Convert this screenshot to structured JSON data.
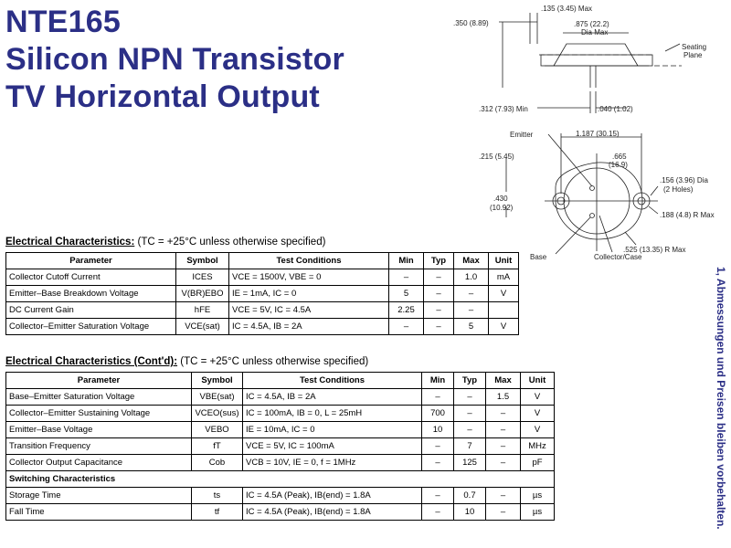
{
  "title": {
    "line1": "NTE165",
    "line2": "Silicon NPN Transistor",
    "line3": "TV Horizontal Output"
  },
  "diagram": {
    "d_135": ".135 (3.45) Max",
    "d_350": ".350 (8.89)",
    "d_875a": ".875 (22.2)",
    "d_875b": "Dia Max",
    "seating1": "Seating",
    "seating2": "Plane",
    "d_312": ".312 (7.93) Min",
    "d_040": ".040 (1.02)",
    "emitter": "Emitter",
    "d_1187": "1.187 (30.15)",
    "d_215": ".215 (5.45)",
    "d_665a": ".665",
    "d_665b": "(16.9)",
    "d_156a": ".156 (3.96) Dia",
    "d_156b": "(2 Holes)",
    "d_430a": ".430",
    "d_430b": "(10.92)",
    "d_188": ".188 (4.8) R Max",
    "d_525": ".525 (13.35) R Max",
    "base": "Base",
    "collector": "Collector/Case"
  },
  "table1": {
    "heading_title": "Electrical Characteristics:",
    "heading_cond": "(TC = +25°C unless otherwise specified)",
    "headers": [
      "Parameter",
      "Symbol",
      "Test Conditions",
      "Min",
      "Typ",
      "Max",
      "Unit"
    ],
    "rows": [
      [
        "Collector Cutoff Current",
        "ICES",
        "VCE = 1500V, VBE = 0",
        "–",
        "–",
        "1.0",
        "mA"
      ],
      [
        "Emitter–Base Breakdown Voltage",
        "V(BR)EBO",
        "IE = 1mA, IC = 0",
        "5",
        "–",
        "–",
        "V"
      ],
      [
        "DC Current Gain",
        "hFE",
        "VCE = 5V, IC = 4.5A",
        "2.25",
        "–",
        "–",
        ""
      ],
      [
        "Collector–Emitter Saturation Voltage",
        "VCE(sat)",
        "IC = 4.5A, IB = 2A",
        "–",
        "–",
        "5",
        "V"
      ]
    ]
  },
  "table2": {
    "heading_title": "Electrical Characteristics (Cont'd):",
    "heading_cond": "(TC = +25°C unless otherwise specified)",
    "headers": [
      "Parameter",
      "Symbol",
      "Test Conditions",
      "Min",
      "Typ",
      "Max",
      "Unit"
    ],
    "rows": [
      [
        "Base–Emitter Saturation Voltage",
        "VBE(sat)",
        "IC = 4.5A, IB = 2A",
        "–",
        "–",
        "1.5",
        "V"
      ],
      [
        "Collector–Emitter Sustaining Voltage",
        "VCEO(sus)",
        "IC = 100mA, IB = 0, L = 25mH",
        "700",
        "–",
        "–",
        "V"
      ],
      [
        "Emitter–Base Voltage",
        "VEBO",
        "IE = 10mA, IC = 0",
        "10",
        "–",
        "–",
        "V"
      ],
      [
        "Transition Frequency",
        "fT",
        "VCE = 5V, IC = 100mA",
        "–",
        "7",
        "–",
        "MHz"
      ],
      [
        "Collector Output Capacitance",
        "Cob",
        "VCB = 10V, IE = 0, f = 1MHz",
        "–",
        "125",
        "–",
        "pF"
      ]
    ],
    "section": "Switching Characteristics",
    "rows2": [
      [
        "Storage Time",
        "ts",
        "IC = 4.5A (Peak), IB(end) = 1.8A",
        "–",
        "0.7",
        "–",
        "µs"
      ],
      [
        "Fall Time",
        "tf",
        "IC = 4.5A (Peak), IB(end) = 1.8A",
        "–",
        "10",
        "–",
        "µs"
      ]
    ]
  },
  "side_text": "1, Abmessungen und Preisen bleiben vorbehalten."
}
